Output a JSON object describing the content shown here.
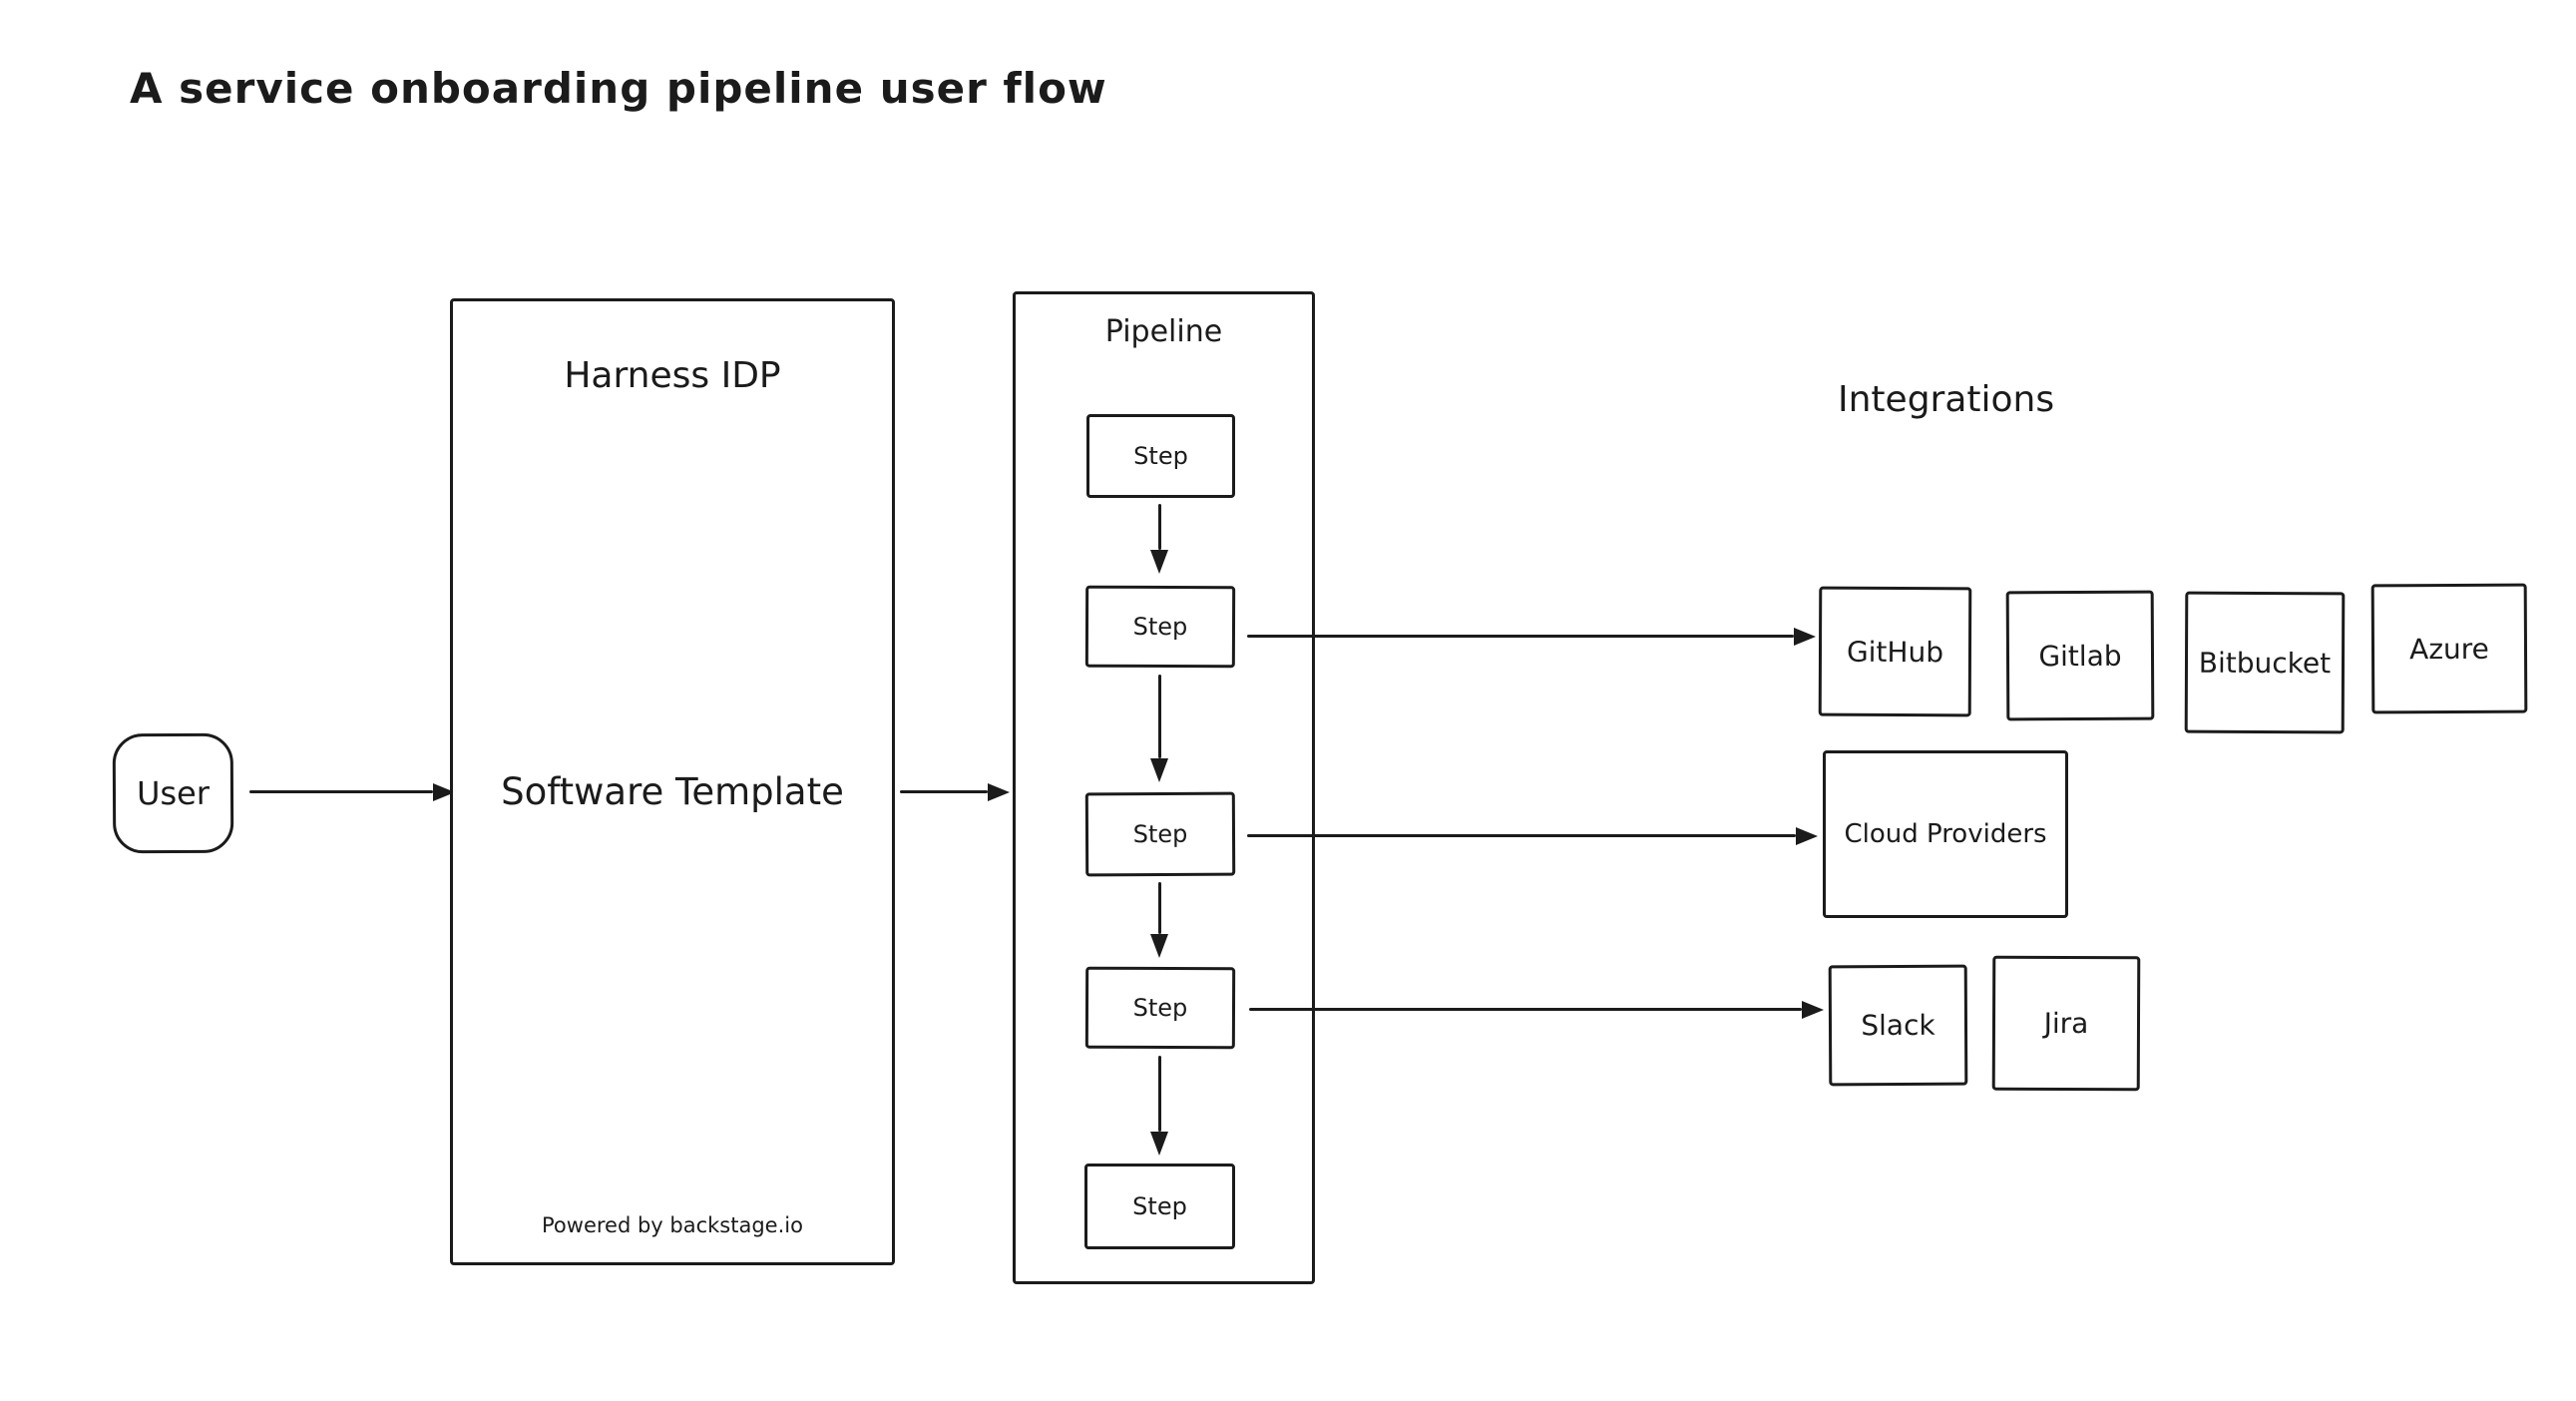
{
  "title": "A service onboarding pipeline user flow",
  "user": {
    "label": "User"
  },
  "idp": {
    "title": "Harness IDP",
    "center_label": "Software Template",
    "footer": "Powered by backstage.io"
  },
  "pipeline": {
    "title": "Pipeline",
    "steps": [
      "Step",
      "Step",
      "Step",
      "Step",
      "Step"
    ]
  },
  "integrations": {
    "title": "Integrations",
    "scm_row": [
      "GitHub",
      "Gitlab",
      "Bitbucket",
      "Azure"
    ],
    "cloud": "Cloud Providers",
    "tools_row": [
      "Slack",
      "Jira"
    ]
  },
  "colors": {
    "stroke": "#1b1b1b",
    "background": "#ffffff"
  }
}
